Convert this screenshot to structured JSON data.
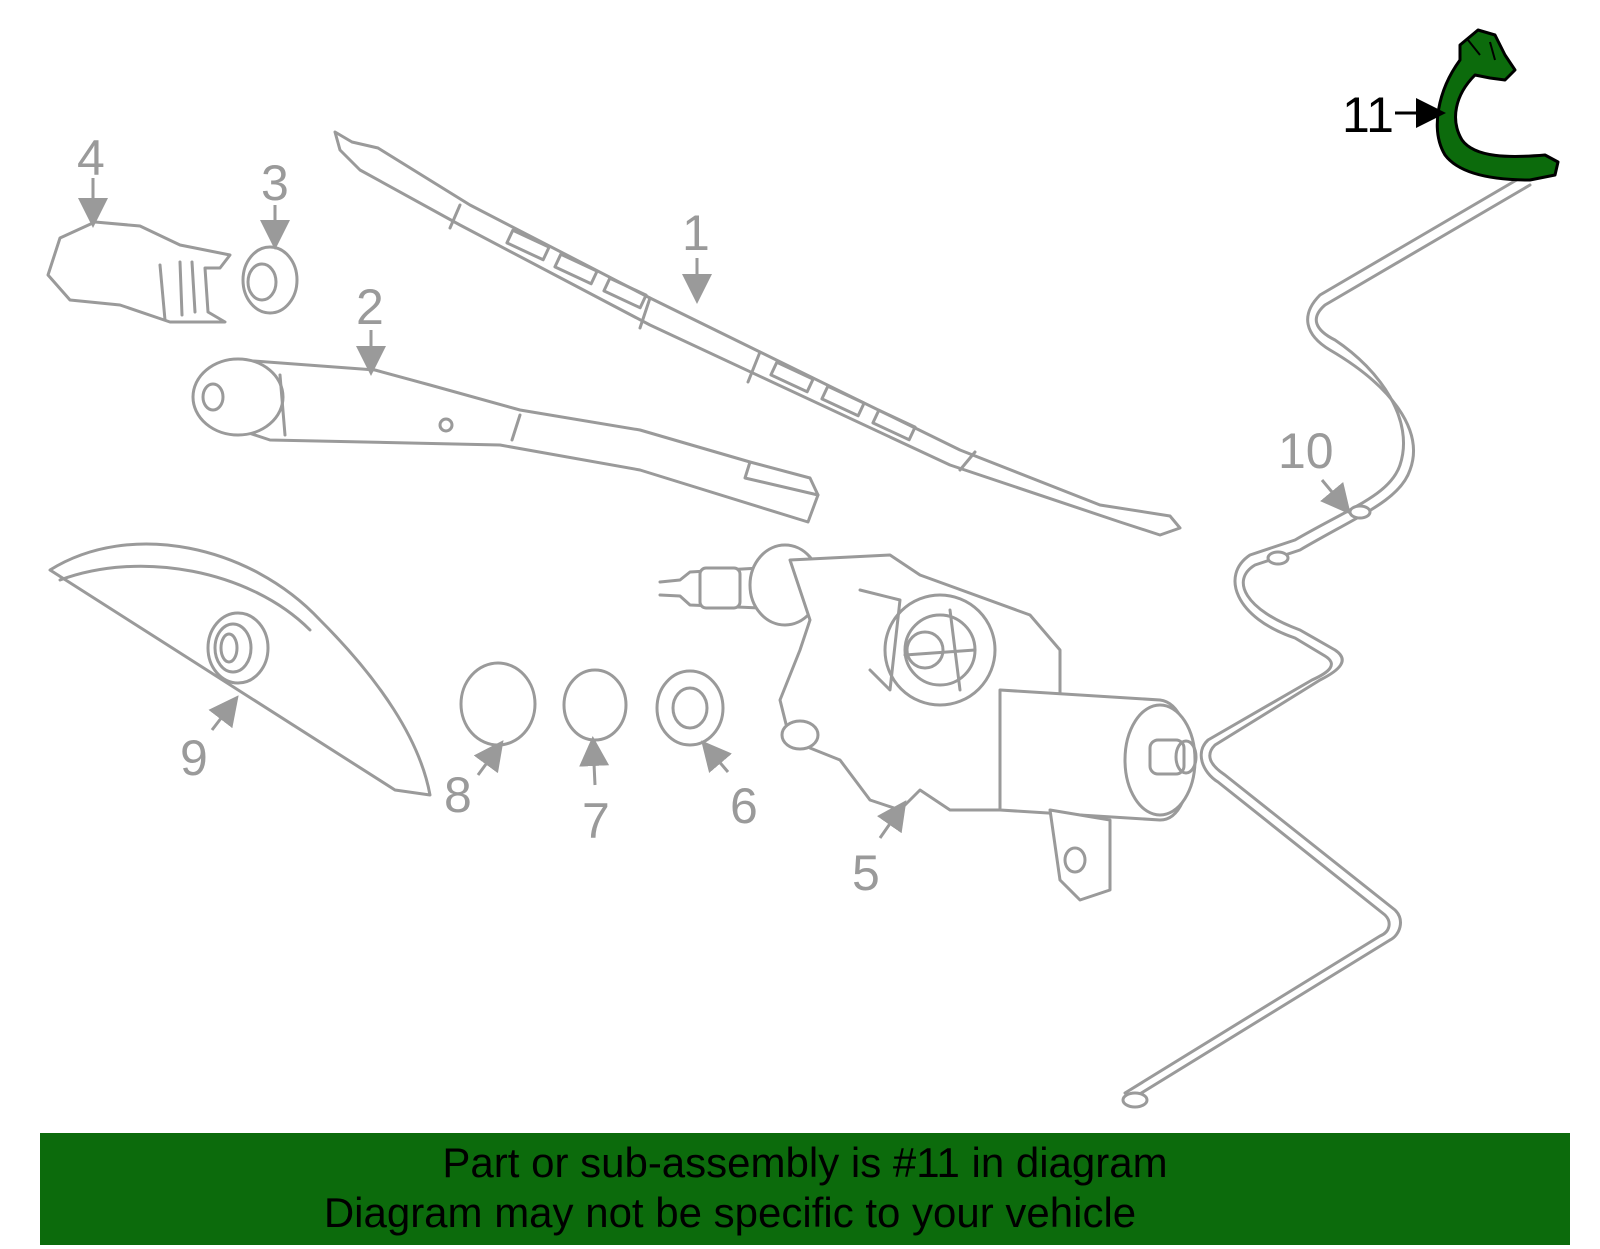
{
  "diagram": {
    "callouts": {
      "c1": "1",
      "c2": "2",
      "c3": "3",
      "c4": "4",
      "c5": "5",
      "c6": "6",
      "c7": "7",
      "c8": "8",
      "c9": "9",
      "c10": "10",
      "c11": "11"
    },
    "highlight_color": "#0c6b0c",
    "part_color": "#9a9a9a"
  },
  "banner": {
    "line1": "Part or sub-assembly is #11 in diagram",
    "line2": "Diagram may not be specific to your vehicle"
  }
}
